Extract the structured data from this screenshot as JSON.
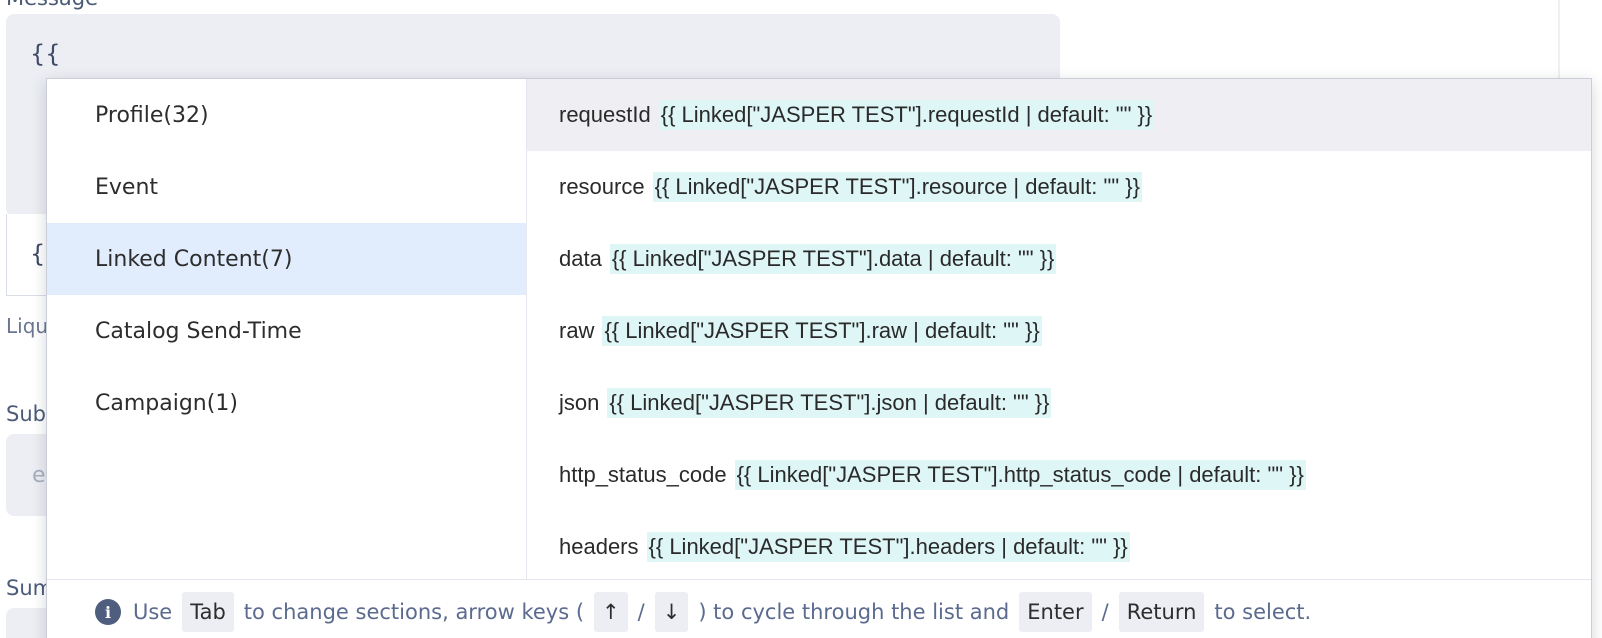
{
  "form": {
    "message_label": "Message",
    "message_value": "{{",
    "preview_value": "{{",
    "liquid_label": "Liqu",
    "subject_label": "Sub",
    "subject_placeholder": "e",
    "summary_label": "Sum"
  },
  "popup": {
    "categories": [
      {
        "label": "Profile(32)",
        "selected": false
      },
      {
        "label": "Event",
        "selected": false
      },
      {
        "label": "Linked Content(7)",
        "selected": true
      },
      {
        "label": "Catalog Send-Time",
        "selected": false
      },
      {
        "label": "Campaign(1)",
        "selected": false
      }
    ],
    "variables": [
      {
        "name": "requestId",
        "code": "{{ Linked[\"JASPER TEST\"].requestId | default: \"\" }}"
      },
      {
        "name": "resource",
        "code": "{{ Linked[\"JASPER TEST\"].resource | default: \"\" }}"
      },
      {
        "name": "data",
        "code": "{{ Linked[\"JASPER TEST\"].data | default: \"\" }}"
      },
      {
        "name": "raw",
        "code": "{{ Linked[\"JASPER TEST\"].raw | default: \"\" }}"
      },
      {
        "name": "json",
        "code": "{{ Linked[\"JASPER TEST\"].json | default: \"\" }}"
      },
      {
        "name": "http_status_code",
        "code": "{{ Linked[\"JASPER TEST\"].http_status_code | default: \"\" }}"
      },
      {
        "name": "headers",
        "code": "{{ Linked[\"JASPER TEST\"].headers | default: \"\" }}"
      }
    ],
    "hint": {
      "use": "Use",
      "tab_key": "Tab",
      "change_sections": "to change sections, arrow keys (",
      "up_key": "↑",
      "slash1": "/",
      "down_key": "↓",
      "cycle": ") to cycle through the list and",
      "enter_key": "Enter",
      "slash2": "/",
      "return_key": "Return",
      "to_select": "to select."
    },
    "info_icon_glyph": "i"
  }
}
